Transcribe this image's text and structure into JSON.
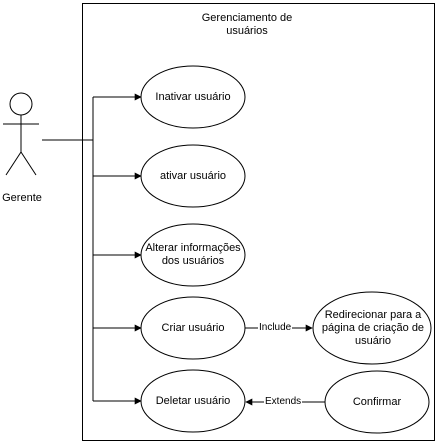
{
  "diagram": {
    "system": {
      "title": "Gerenciamento de usuários"
    },
    "actor": {
      "name": "Gerente"
    },
    "use_cases": {
      "inativar": "Inativar usuário",
      "ativar": "ativar usuário",
      "alterar": "Alterar informações dos usuários",
      "criar": "Criar usuário",
      "deletar": "Deletar usuário",
      "redirecionar": "Redirecionar para a página de criação de usuário",
      "confirmar": "Confirmar"
    },
    "relations": {
      "include": "Include",
      "extends": "Extends"
    }
  }
}
